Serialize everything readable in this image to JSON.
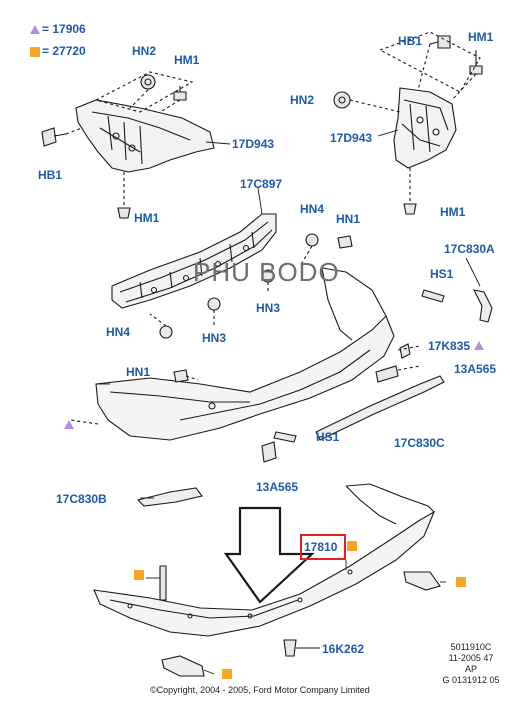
{
  "legend": {
    "triangle_value": "= 17906",
    "square_value": "= 27720",
    "triangle_color": "#b48ee0",
    "square_color": "#f5a623"
  },
  "labels": {
    "hn2_left": "HN2",
    "hm1_left_top": "HM1",
    "hb1_left": "HB1",
    "d943_left": "17D943",
    "hm1_left_bottom": "HM1",
    "hb1_right": "HB1",
    "hm1_right_top": "HM1",
    "hn2_right": "HN2",
    "d943_right": "17D943",
    "hm1_right_bottom": "HM1",
    "c897": "17C897",
    "hn4_top": "HN4",
    "hn1_top": "HN1",
    "c830a": "17C830A",
    "hs1_top": "HS1",
    "hn3_right": "HN3",
    "hn3_left": "HN3",
    "hn4_left": "HN4",
    "k835": "17K835",
    "hn1_mid": "HN1",
    "a565_right": "13A565",
    "hs1_mid": "HS1",
    "c830c": "17C830C",
    "a565_mid": "13A565",
    "c830b": "17C830B",
    "part_17810": "17810",
    "k262": "16K262"
  },
  "watermark": "PHU BODO",
  "doc_code": {
    "line1": "5011910C",
    "line2": "11-2005 47",
    "line3": "AP",
    "line4": "G 0131912 05"
  },
  "copyright": "©Copyright, 2004 - 2005, Ford Motor Company Limited",
  "highlight_color": "#e02020",
  "label_color": "#1e5aa8"
}
